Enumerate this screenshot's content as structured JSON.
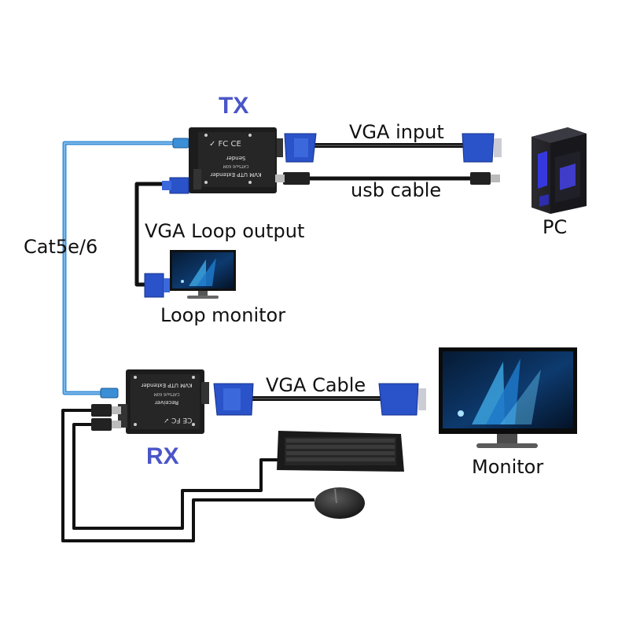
{
  "labels": {
    "tx": "TX",
    "rx": "RX",
    "vga_input": "VGA input",
    "usb_cable": "usb cable",
    "pc": "PC",
    "vga_loop_output": "VGA Loop output",
    "loop_monitor": "Loop monitor",
    "cat5e6": "Cat5e/6",
    "vga_cable": "VGA Cable",
    "monitor": "Monitor"
  },
  "devices": {
    "sender": {
      "title": "KVM UTP Extender",
      "role": "Sender",
      "rating": "CAT5e/6 60M"
    },
    "receiver": {
      "title": "KVM UTP Extender",
      "role": "Receiver",
      "rating": "CAT5e/6 60M"
    }
  },
  "colors": {
    "brand_blue": "#4a55c8",
    "vga_connector_blue": "#2a52c9",
    "ethernet_cable_blue": "#3b8fd6",
    "device_black": "#1c1c1c",
    "cable_black": "#111111"
  }
}
